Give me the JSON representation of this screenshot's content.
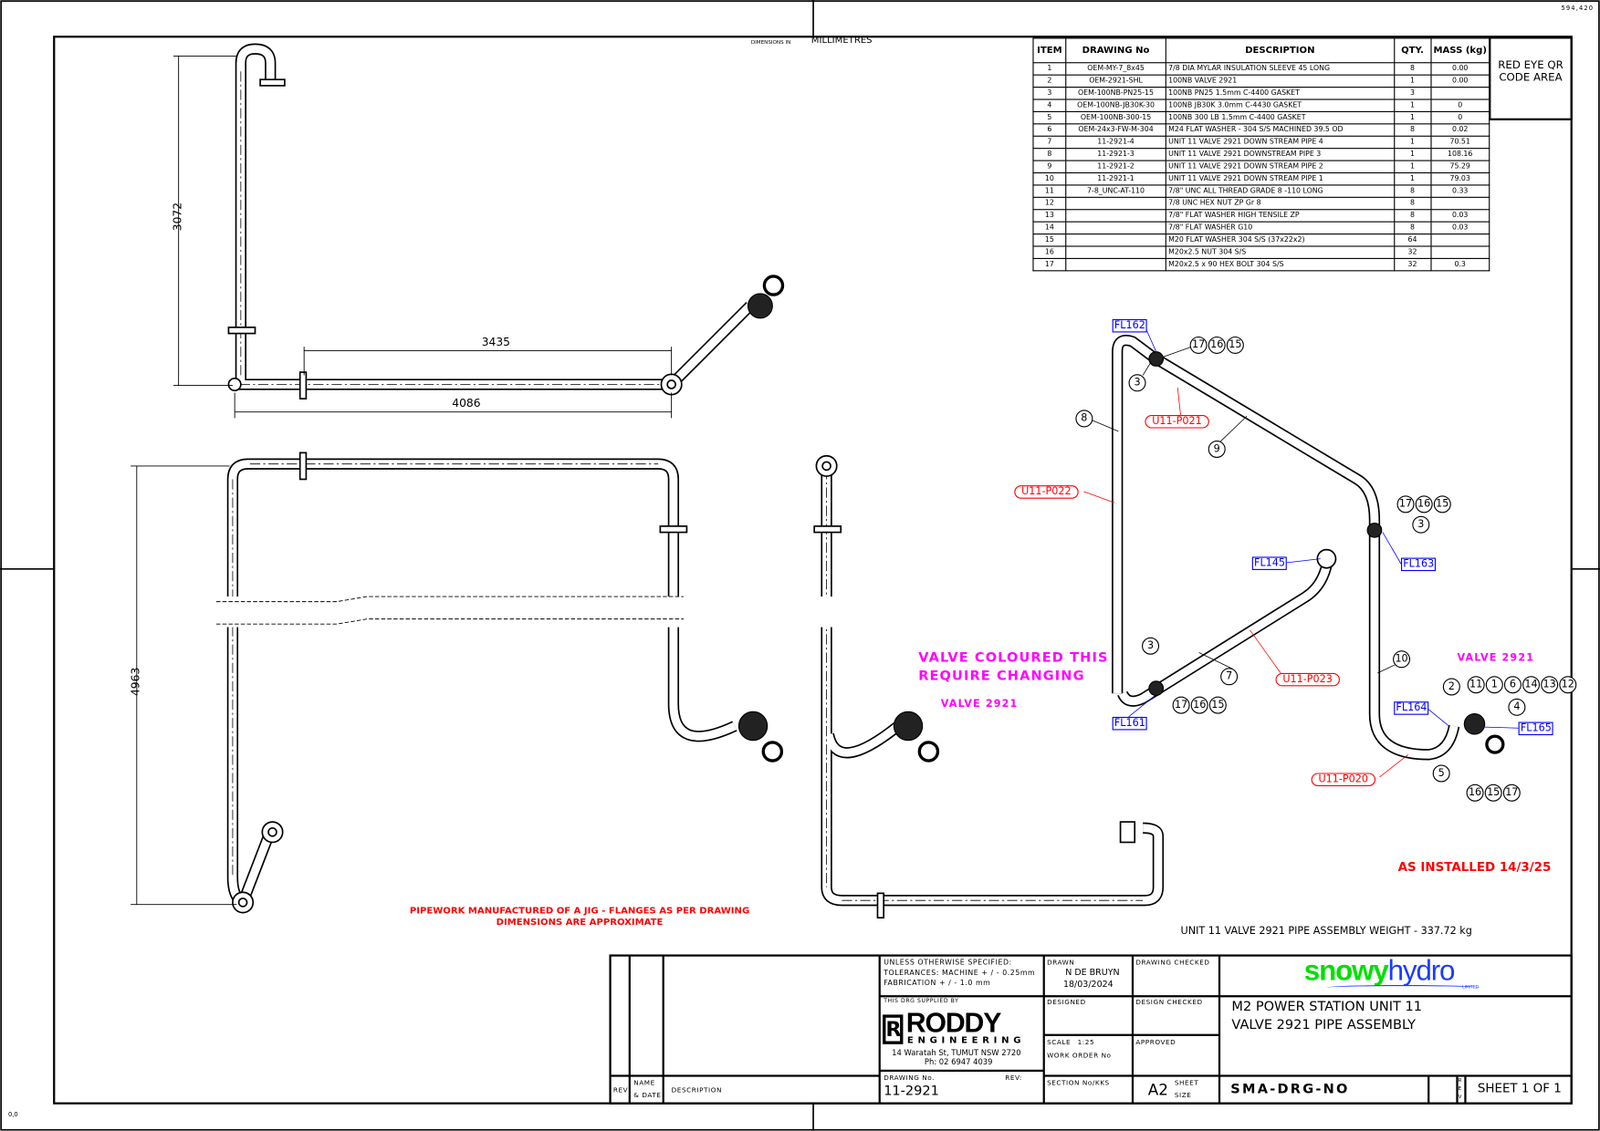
{
  "sheet": {
    "corner_top_right": "594,420",
    "corner_bottom_left": "0,0",
    "dimensions_label": "DIMENSIONS IN",
    "dimensions_unit": "MILLIMETRES"
  },
  "bom": {
    "headers": [
      "ITEM",
      "DRAWING No",
      "DESCRIPTION",
      "QTY.",
      "MASS (kg)"
    ],
    "rows": [
      [
        "1",
        "OEM-MY-7_8x45",
        "7/8 DIA MYLAR INSULATION SLEEVE 45 LONG",
        "8",
        "0.00"
      ],
      [
        "2",
        "OEM-2921-SHL",
        "100NB VALVE 2921",
        "1",
        "0.00"
      ],
      [
        "3",
        "OEM-100NB-PN25-15",
        "100NB PN25 1.5mm C-4400 GASKET",
        "3",
        ""
      ],
      [
        "4",
        "OEM-100NB-JB30K-30",
        "100NB JB30K 3.0mm C-4430 GASKET",
        "1",
        "0"
      ],
      [
        "5",
        "OEM-100NB-300-15",
        "100NB 300 LB 1.5mm C-4400 GASKET",
        "1",
        "0"
      ],
      [
        "6",
        "OEM-24x3-FW-M-304",
        "M24 FLAT WASHER - 304 S/S MACHINED 39.5 OD",
        "8",
        "0.02"
      ],
      [
        "7",
        "11-2921-4",
        "UNIT 11 VALVE 2921 DOWN STREAM PIPE 4",
        "1",
        "70.51"
      ],
      [
        "8",
        "11-2921-3",
        "UNIT 11 VALVE 2921 DOWNSTREAM PIPE 3",
        "1",
        "108.16"
      ],
      [
        "9",
        "11-2921-2",
        "UNIT 11 VALVE 2921 DOWN STREAM PIPE 2",
        "1",
        "75.29"
      ],
      [
        "10",
        "11-2921-1",
        "UNIT 11 VALVE 2921 DOWN STREAM PIPE 1",
        "1",
        "79.03"
      ],
      [
        "11",
        "7-8_UNC-AT-110",
        "7/8\" UNC ALL THREAD GRADE 8 -110 LONG",
        "8",
        "0.33"
      ],
      [
        "12",
        "",
        "7/8 UNC HEX NUT ZP Gr 8",
        "8",
        ""
      ],
      [
        "13",
        "",
        "7/8\" FLAT WASHER HIGH TENSILE ZP",
        "8",
        "0.03"
      ],
      [
        "14",
        "",
        "7/8\" FLAT WASHER G10",
        "8",
        "0.03"
      ],
      [
        "15",
        "",
        "M20 FLAT WASHER 304 S/S (37x22x2)",
        "64",
        ""
      ],
      [
        "16",
        "",
        "M20x2.5 NUT 304 S/S",
        "32",
        ""
      ],
      [
        "17",
        "",
        "M20x2.5 x 90 HEX BOLT 304 S/S",
        "32",
        "0.3"
      ]
    ]
  },
  "qr_area": "RED EYE QR CODE AREA",
  "dimensions": {
    "d3072": "3072",
    "d3435": "3435",
    "d4086": "4086",
    "d4963": "4963"
  },
  "notes": {
    "valve_coloured_1": "VALVE COLOURED THIS",
    "valve_coloured_2": "REQUIRE CHANGING",
    "valve_2921_left": "VALVE 2921",
    "valve_2921_right": "VALVE 2921",
    "pipework_1": "PIPEWORK MANUFACTURED OF A JIG - FLANGES AS PER DRAWING",
    "pipework_2": "DIMENSIONS ARE APPROXIMATE",
    "as_installed": "AS INSTALLED 14/3/25",
    "weight": "UNIT 11 VALVE 2921 PIPE ASSEMBLY WEIGHT - 337.72 kg"
  },
  "flanges": {
    "fl162": "FL162",
    "fl163": "FL163",
    "fl145": "FL145",
    "fl161": "FL161",
    "fl164": "FL164",
    "fl165": "FL165"
  },
  "pipes": {
    "p021": "U11-P021",
    "p022": "U11-P022",
    "p023": "U11-P023",
    "p020": "U11-P020"
  },
  "balloons": {
    "top": [
      "17",
      "16",
      "15"
    ],
    "top_3": [
      "3"
    ],
    "b8": [
      "8"
    ],
    "b9": [
      "9"
    ],
    "right": [
      "17",
      "16",
      "15"
    ],
    "right_3": [
      "3"
    ],
    "low_3": [
      "3"
    ],
    "b7": [
      "7"
    ],
    "low": [
      "17",
      "16",
      "15"
    ],
    "b10": [
      "10"
    ],
    "b2": [
      "2"
    ],
    "valve": [
      "11",
      "1",
      "6",
      "14",
      "13",
      "12"
    ],
    "b4": [
      "4"
    ],
    "b5": [
      "5"
    ],
    "bottom": [
      "16",
      "15",
      "17"
    ]
  },
  "title_block": {
    "rev_label": "REV",
    "name_label": "NAME",
    "date_label": "& DATE",
    "description_label": "DESCRIPTION",
    "tolerance_1": "UNLESS OTHERWISE SPECIFIED:",
    "tolerance_2": "TOLERANCES: MACHINE + / - 0.25mm",
    "tolerance_3": "FABRICATION + / - 1.0 mm",
    "supplied_by": "THIS DRG SUPPLIED BY",
    "supplier_logo": "RODDY",
    "supplier_sub": "ENGINEERING",
    "address": "14 Waratah St, TUMUT NSW 2720",
    "phone": "Ph: 02 6947 4039",
    "drawing_no_label": "DRAWING No.",
    "rev_short_label": "REV:",
    "drawing_no": "11-2921",
    "drawn_label": "DRAWN",
    "drawn_by": "N DE BRUYN",
    "drawn_date": "18/03/2024",
    "drawing_checked_label": "DRAWING CHECKED",
    "designed_label": "DESIGNED",
    "design_checked_label": "DESIGN CHECKED",
    "scale_label": "SCALE",
    "scale": "1:25",
    "work_order_label": "WORK ORDER No",
    "approved_label": "APPROVED",
    "section_label": "SECTION No/KKS",
    "size": "A2",
    "sheet_size_label_1": "SHEET",
    "sheet_size_label_2": "SIZE",
    "logo_snowy": "snowy",
    "logo_hydro": "hydro",
    "logo_limited": "LIMITED",
    "title_1": "M2 POWER STATION UNIT 11",
    "title_2": "VALVE 2921 PIPE ASSEMBLY",
    "doc_number": "SMA-DRG-NO",
    "rev_vertical": "REV",
    "sheet": "SHEET 1 OF 1"
  },
  "colors": {
    "flange_tag": "#0000ff",
    "pipe_tag": "#ff0000",
    "note_magenta": "#ff00ff",
    "note_red": "#ff0000",
    "snowy": "#00e000",
    "hydro": "#1a3cff"
  }
}
